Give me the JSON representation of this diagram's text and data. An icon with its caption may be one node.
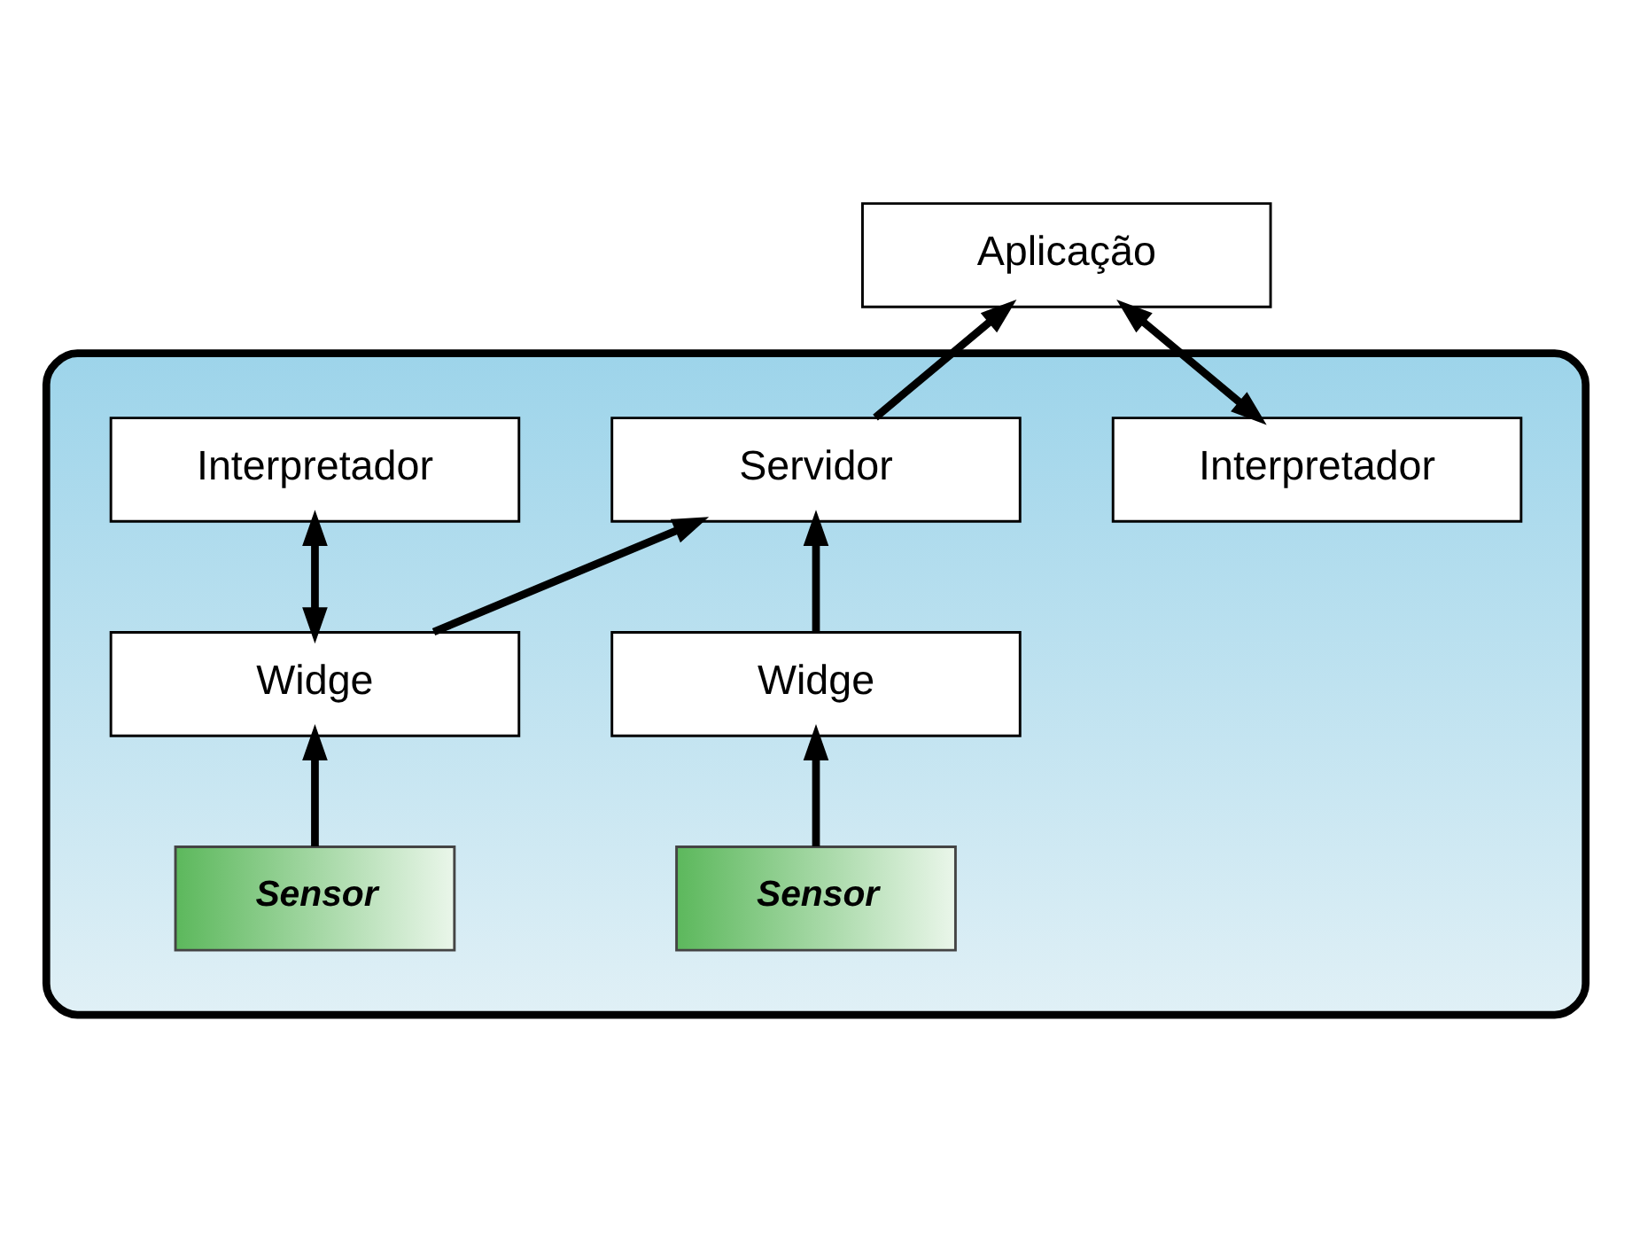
{
  "diagram": {
    "nodes": [
      {
        "text": [
          "Aplicação"
        ]
      },
      {
        "text": [],
        "shape": "box"
      },
      {
        "text": [
          "Interpretador"
        ],
        "in": 1
      },
      {
        "text": [
          "Servidor"
        ],
        "in": 1
      },
      {
        "text": [
          "Interpretador"
        ],
        "in": 1
      },
      {
        "text": [
          "Widge"
        ],
        "in": 1
      },
      {
        "text": [
          "Widge"
        ],
        "in": 1
      },
      {
        "text": [
          "Sensor"
        ],
        "in": 1
      },
      {
        "text": [
          "Sensor"
        ],
        "in": 1
      }
    ],
    "edges": [
      {
        "from": 3,
        "to": 0,
        "arrow": "to"
      },
      {
        "from": 0,
        "to": 4,
        "arrow": "both"
      },
      {
        "from": 2,
        "to": 5,
        "arrow": "both"
      },
      {
        "from": 5,
        "to": 3,
        "arrow": "to"
      },
      {
        "from": 6,
        "to": 3,
        "arrow": "to"
      },
      {
        "from": 7,
        "to": 5,
        "arrow": "to"
      },
      {
        "from": 8,
        "to": 6,
        "arrow": "to"
      }
    ]
  }
}
